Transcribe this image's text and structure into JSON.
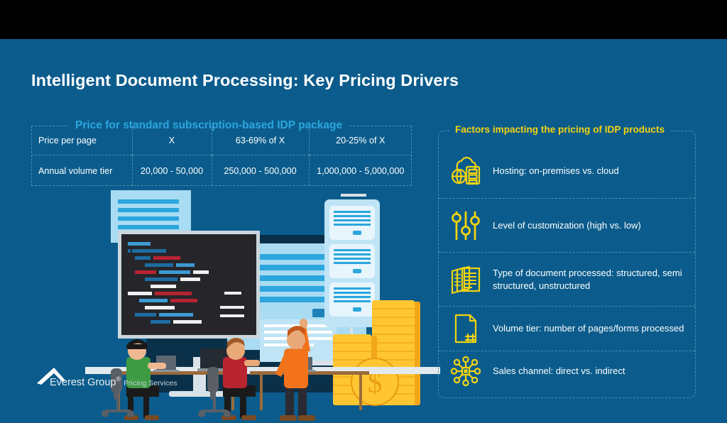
{
  "slide": {
    "title": "Intelligent Document Processing: Key Pricing Drivers",
    "background_color": "#0B5C8C",
    "top_bar_color": "#000000",
    "accent_light_blue": "#2BA6DE",
    "accent_yellow": "#F4D311",
    "dashed_border_color": "#4E8FB3"
  },
  "pricing_table": {
    "title": "Price for standard subscription-based IDP package",
    "rows": [
      {
        "label": "Price per page",
        "cells": [
          "X",
          "63-69% of X",
          "20-25% of X"
        ]
      },
      {
        "label": "Annual volume tier",
        "cells": [
          "20,000 - 50,000",
          "250,000 - 500,000",
          "1,000,000 - 5,000,000"
        ]
      }
    ]
  },
  "factors_panel": {
    "title": "Factors impacting the pricing of IDP products",
    "items": [
      {
        "icon": "cloud-server-globe-icon",
        "text": "Hosting: on-premises vs. cloud"
      },
      {
        "icon": "sliders-icon",
        "text": "Level of customization (high vs. low)"
      },
      {
        "icon": "documents-stack-icon",
        "text": "Type of document processed: structured, semi structured, unstructured"
      },
      {
        "icon": "document-hash-icon",
        "text": "Volume tier: number of pages/forms processed"
      },
      {
        "icon": "network-hub-icon",
        "text": "Sales channel: direct vs. indirect"
      }
    ]
  },
  "logo": {
    "brand": "Everest Group",
    "registered": "®",
    "tagline": "Pricing Services"
  },
  "illustration": {
    "name": "office-workers-dashboards-servers-coins",
    "description": "Three office workers at desks in front of large dashboard screens, a code editor monitor, a server rack and stacks of gold coins with a dollar coin."
  }
}
